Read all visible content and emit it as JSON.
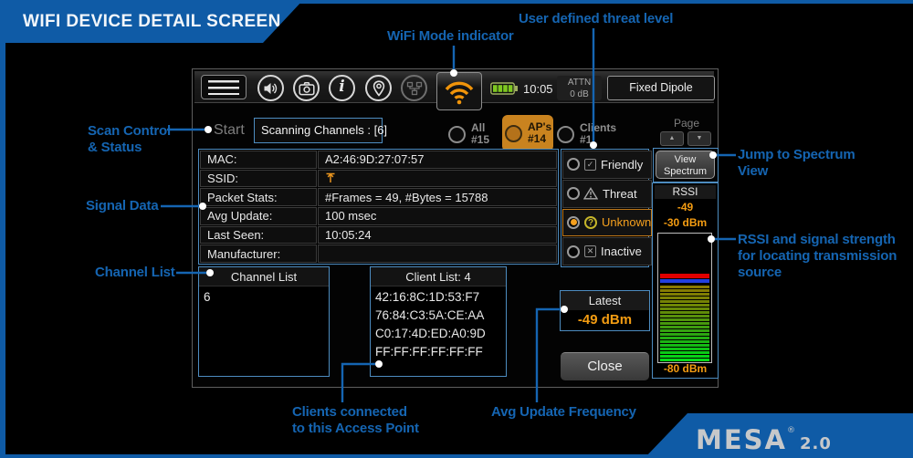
{
  "banner": {
    "title": "WIFI DEVICE DETAIL SCREEN"
  },
  "logo": {
    "brand": "MESA",
    "registered": "®",
    "version": "2.0"
  },
  "annotations": {
    "wifi_mode": "WiFi Mode indicator",
    "threat_level": "User defined threat level",
    "scan_control_line1": "Scan Control",
    "scan_control_line2": "& Status",
    "signal_data": "Signal Data",
    "channel_list": "Channel List",
    "jump_line1": "Jump to Spectrum",
    "jump_line2": "View",
    "rssi_line1": "RSSI and signal strength",
    "rssi_line2": "for locating transmission",
    "rssi_line3": "source",
    "clients_line1": "Clients connected",
    "clients_line2": "to this Access Point",
    "avg_update": "Avg Update Frequency"
  },
  "toolbar": {
    "time": "10:05",
    "attn_line1": "ATTN",
    "attn_line2": "0 dB",
    "antenna_button": "Fixed Dipole",
    "icons": [
      "menu-icon",
      "speaker-icon",
      "camera-icon",
      "info-icon",
      "location-icon",
      "network-icon",
      "wifi-icon",
      "battery-icon"
    ]
  },
  "scan_row": {
    "start": "Start",
    "status": "Scanning Channels : [6]",
    "filters": [
      {
        "label": "All",
        "count": "#15",
        "selected": false
      },
      {
        "label": "AP's",
        "count": "#14",
        "selected": true
      },
      {
        "label": "Clients",
        "count": "#1",
        "selected": false
      }
    ],
    "page_label": "Page",
    "page_up_icon": "▲",
    "page_down_icon": "▼"
  },
  "signal_table": {
    "rows": [
      {
        "label": "MAC:",
        "value": "A2:46:9D:27:07:57"
      },
      {
        "label": "SSID:",
        "value": "",
        "icon": "antenna-icon"
      },
      {
        "label": "Packet Stats:",
        "value": "#Frames = 49, #Bytes = 15788"
      },
      {
        "label": "Avg Update:",
        "value": "100 msec"
      },
      {
        "label": "Last Seen:",
        "value": "10:05:24"
      },
      {
        "label": "Manufacturer:",
        "value": ""
      }
    ]
  },
  "threat_panel": {
    "options": [
      {
        "label": "Friendly",
        "icon": "check-square-icon",
        "selected": false
      },
      {
        "label": "Threat",
        "icon": "warning-triangle-icon",
        "selected": false
      },
      {
        "label": "Unknown",
        "icon": "question-circle-icon",
        "selected": true
      },
      {
        "label": "Inactive",
        "icon": "x-square-icon",
        "selected": false
      }
    ]
  },
  "spectrum_button": {
    "line1": "View",
    "line2": "Spectrum"
  },
  "rssi_panel": {
    "header": "RSSI",
    "value": "-49",
    "top_label": "-30 dBm",
    "bottom_label": "-80 dBm",
    "peak_color": "#e00000",
    "marker_color": "#2240e0",
    "bar_colors": [
      "#8a7a02",
      "#857c03",
      "#807e03",
      "#7b8004",
      "#758305",
      "#6f8606",
      "#688908",
      "#608c09",
      "#58900b",
      "#50940c",
      "#47980e",
      "#3e9d0f",
      "#35a210",
      "#2ca711",
      "#23ad12",
      "#1bb313",
      "#14ba14",
      "#0fc215",
      "#0bca16",
      "#08d317",
      "#06dc18"
    ]
  },
  "latest_box": {
    "label": "Latest",
    "value": "-49 dBm"
  },
  "close_button": {
    "label": "Close"
  },
  "channel_panel": {
    "header": "Channel List",
    "items": [
      "6"
    ]
  },
  "client_panel": {
    "header": "Client List: 4",
    "items": [
      "42:16:8C:1D:53:F7",
      "76:84:C3:5A:CE:AA",
      "C0:17:4D:ED:A0:9D",
      "FF:FF:FF:FF:FF:FF"
    ]
  },
  "colors": {
    "accent_blue": "#0f5ba6",
    "annotation_blue": "#1565b2",
    "callout_border": "#4d8cc0",
    "orange": "#f39c12",
    "selected_filter_bg": "#c9831f",
    "battery_green": "#7ec820"
  }
}
